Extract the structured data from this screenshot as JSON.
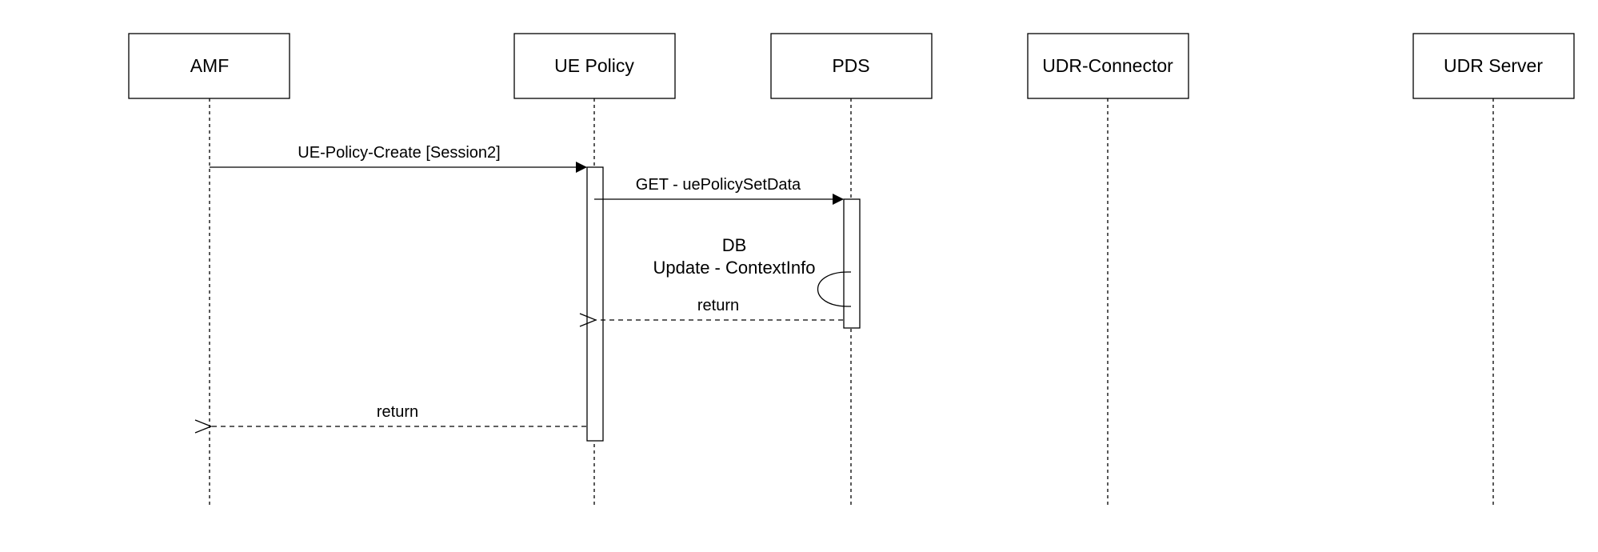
{
  "participants": {
    "amf": "AMF",
    "ue_policy": "UE Policy",
    "pds": "PDS",
    "udr_connector": "UDR-Connector",
    "udr_server": "UDR Server"
  },
  "messages": {
    "ue_policy_create": "UE-Policy-Create [Session2]",
    "get_ue_policy_set_data": "GET - uePolicySetData",
    "pds_return": "return",
    "ue_policy_return": "return"
  },
  "self_call": {
    "line1": "DB",
    "line2": "Update - ContextInfo"
  }
}
